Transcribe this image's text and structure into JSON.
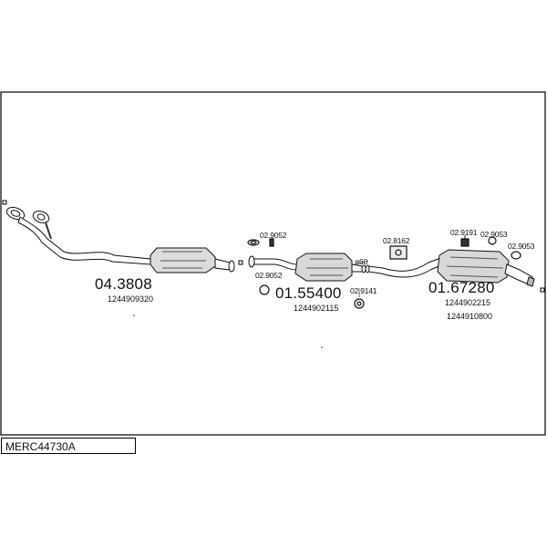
{
  "diagram": {
    "model_code": "MERC44730A",
    "part_sets": [
      {
        "part_number": "04.3808",
        "oem_code": "1244909320"
      },
      {
        "part_number": "01.55400",
        "oem_code": "1244902115"
      },
      {
        "part_number": "01.67280",
        "oem_codes": [
          "1244902215",
          "1244910800"
        ]
      }
    ],
    "accessories": [
      {
        "code": "02.9052"
      },
      {
        "code": "02.9052"
      },
      {
        "code": "02.8162"
      },
      {
        "code": "02.9191"
      },
      {
        "code": "02.9053"
      },
      {
        "code": "02.9053"
      },
      {
        "code": "02.9141"
      }
    ],
    "dimension_label": "ø60"
  }
}
